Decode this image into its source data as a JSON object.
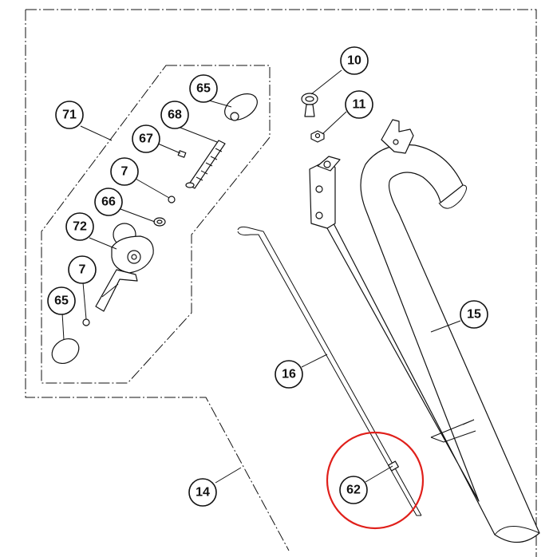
{
  "diagram": {
    "callouts": {
      "c10": "10",
      "c11": "11",
      "c14": "14",
      "c15": "15",
      "c16": "16",
      "c62": "62",
      "c65a": "65",
      "c65b": "65",
      "c66": "66",
      "c67": "67",
      "c68": "68",
      "c7a": "7",
      "c7b": "7",
      "c71": "71",
      "c72": "72"
    },
    "colors": {
      "line": "#111111",
      "highlight": "#e0201b",
      "background": "#ffffff"
    }
  }
}
